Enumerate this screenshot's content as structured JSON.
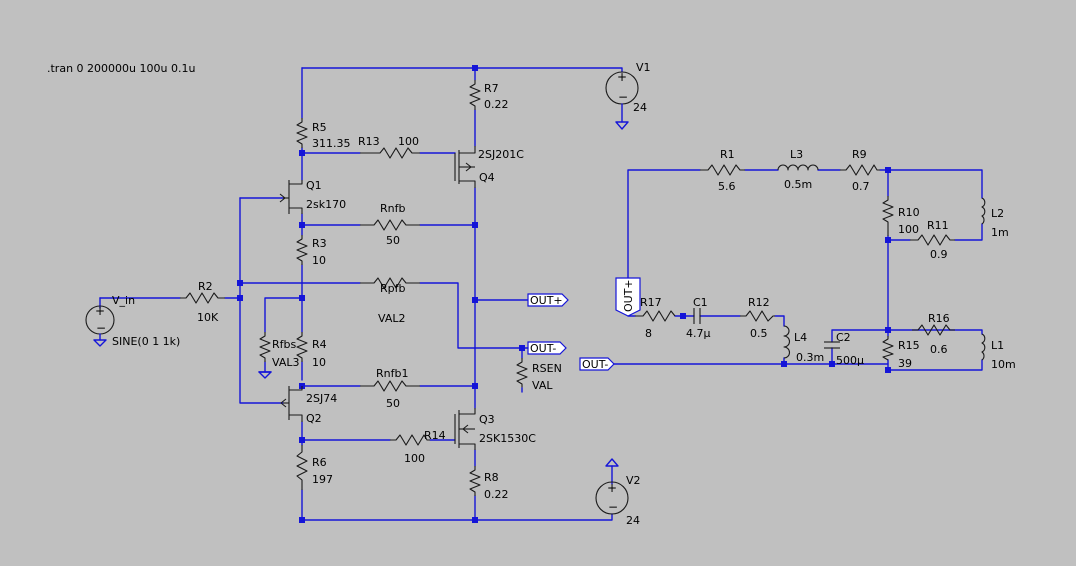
{
  "directive": ".tran 0 200000u 100u 0.1u",
  "sources": [
    {
      "name": "V1",
      "value": "24"
    },
    {
      "name": "V2",
      "value": "24"
    },
    {
      "name": "V_in",
      "value": "SINE(0 1 1k)"
    }
  ],
  "resistors": [
    {
      "name": "R7",
      "value": "0.22"
    },
    {
      "name": "R5",
      "value": "311.35"
    },
    {
      "name": "R13",
      "value": "100"
    },
    {
      "name": "Rnfb",
      "value": "50"
    },
    {
      "name": "R3",
      "value": "10"
    },
    {
      "name": "R2",
      "value": "10K"
    },
    {
      "name": "Rpfb",
      "value": "VAL2"
    },
    {
      "name": "Rfbs",
      "value": "VAL3"
    },
    {
      "name": "R4",
      "value": "10"
    },
    {
      "name": "Rnfb1",
      "value": "50"
    },
    {
      "name": "R14",
      "value": "100"
    },
    {
      "name": "R6",
      "value": "197"
    },
    {
      "name": "R8",
      "value": "0.22"
    },
    {
      "name": "RSEN",
      "value": "VAL"
    },
    {
      "name": "R1",
      "value": "5.6"
    },
    {
      "name": "R9",
      "value": "0.7"
    },
    {
      "name": "R10",
      "value": "100"
    },
    {
      "name": "R11",
      "value": "0.9"
    },
    {
      "name": "R17",
      "value": "8"
    },
    {
      "name": "R12",
      "value": "0.5"
    },
    {
      "name": "R16",
      "value": "0.6"
    },
    {
      "name": "R15",
      "value": "39"
    }
  ],
  "inductors": [
    {
      "name": "L3",
      "value": "0.5m"
    },
    {
      "name": "L2",
      "value": "1m"
    },
    {
      "name": "L4",
      "value": "0.3m"
    },
    {
      "name": "L1",
      "value": "10m"
    }
  ],
  "capacitors": [
    {
      "name": "C1",
      "value": "4.7µ"
    },
    {
      "name": "C2",
      "value": "500µ"
    }
  ],
  "transistors": [
    {
      "name": "Q1",
      "part": "2sk170"
    },
    {
      "name": "Q2",
      "part": "2SJ74"
    },
    {
      "name": "Q3",
      "part": "2SK1530C"
    },
    {
      "name": "Q4",
      "part": "2SJ201C"
    }
  ],
  "net_labels": {
    "out_plus": "OUT+",
    "out_minus": "OUT-",
    "out_plus_2": "OUT+",
    "out_minus_2": "OUT-"
  },
  "colors": {
    "background": "#c0c0c0",
    "wire": "#1515d8",
    "component": "#1a1a1a"
  }
}
